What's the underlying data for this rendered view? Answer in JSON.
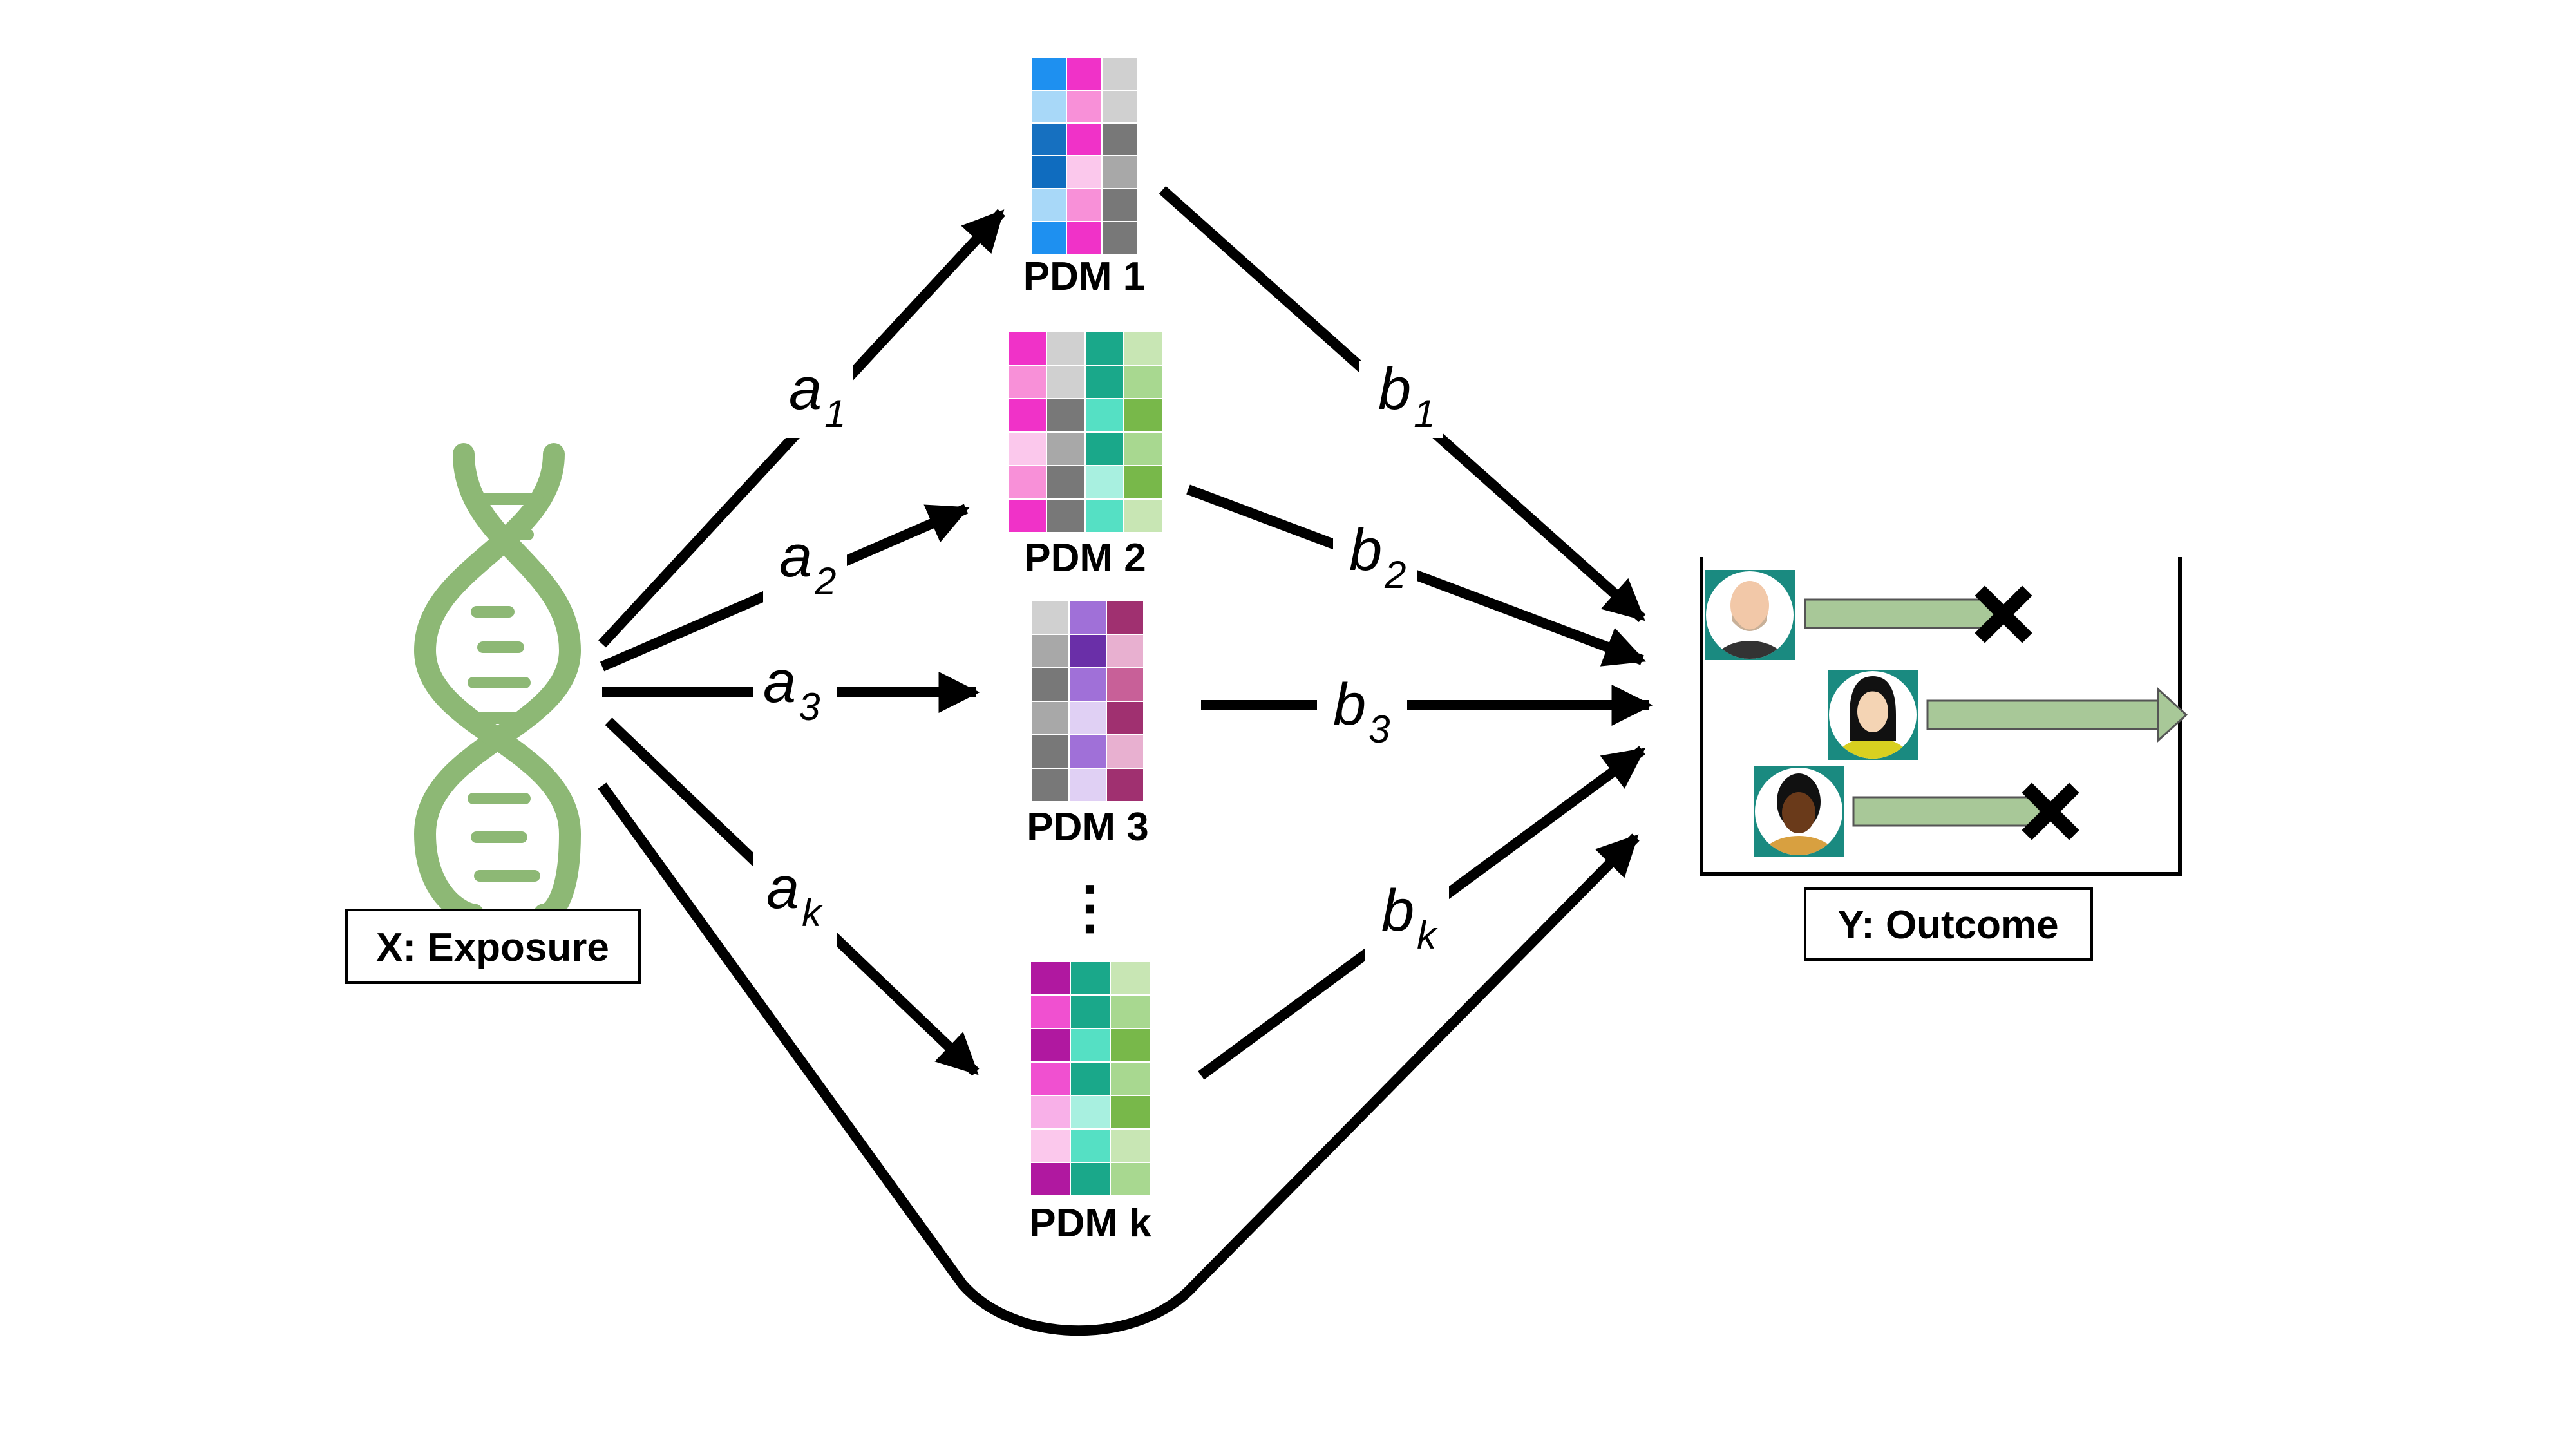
{
  "exposure_label": "X: Exposure",
  "outcome_label": "Y: Outcome",
  "mediators": [
    {
      "label": "PDM 1",
      "columns": [
        [
          "#1e90f0",
          "#a8d8f8",
          "#1670c0",
          "#0f6cbf",
          "#a8d8f8",
          "#1e90f0"
        ],
        [
          "#f032c8",
          "#f890d8",
          "#f032c8",
          "#fbc8ec",
          "#f890d8",
          "#f032c8"
        ],
        [
          "#d0d0d0",
          "#d0d0d0",
          "#787878",
          "#a8a8a8",
          "#787878",
          "#787878"
        ]
      ]
    },
    {
      "label": "PDM 2",
      "columns": [
        [
          "#f032c8",
          "#f890d8",
          "#f032c8",
          "#fbc8ec",
          "#f890d8",
          "#f032c8"
        ],
        [
          "#d0d0d0",
          "#d0d0d0",
          "#787878",
          "#a8a8a8",
          "#787878",
          "#787878"
        ],
        [
          "#1aa88a",
          "#1aa88a",
          "#55e0c4",
          "#1aa88a",
          "#a8f0e0",
          "#55e0c4"
        ],
        [
          "#c8e6b4",
          "#a8d890",
          "#78b84a",
          "#a8d890",
          "#78b84a",
          "#c8e6b4"
        ]
      ]
    },
    {
      "label": "PDM 3",
      "columns": [
        [
          "#d0d0d0",
          "#a8a8a8",
          "#787878",
          "#a8a8a8",
          "#787878",
          "#787878"
        ],
        [
          "#a070d8",
          "#6a2fa8",
          "#a070d8",
          "#e0d0f4",
          "#a070d8",
          "#e0d0f4"
        ],
        [
          "#a03070",
          "#e8b0d0",
          "#c86098",
          "#a03070",
          "#e8b0d0",
          "#a03070"
        ]
      ]
    },
    {
      "label": "PDM k",
      "columns": [
        [
          "#b018a0",
          "#f050d0",
          "#b018a0",
          "#f050d0",
          "#f8b0e8",
          "#fbc8ec",
          "#b018a0"
        ],
        [
          "#1aa88a",
          "#1aa88a",
          "#55e0c4",
          "#1aa88a",
          "#a8f0e0",
          "#55e0c4",
          "#1aa88a"
        ],
        [
          "#c8e6b4",
          "#a8d890",
          "#78b84a",
          "#a8d890",
          "#78b84a",
          "#c8e6b4",
          "#a8d890"
        ]
      ]
    }
  ],
  "ellipsis": "⋮",
  "a_labels": [
    {
      "base": "a",
      "sub": "1"
    },
    {
      "base": "a",
      "sub": "2"
    },
    {
      "base": "a",
      "sub": "3"
    },
    {
      "base": "a",
      "sub": "k"
    }
  ],
  "b_labels": [
    {
      "base": "b",
      "sub": "1"
    },
    {
      "base": "b",
      "sub": "2"
    },
    {
      "base": "b",
      "sub": "3"
    },
    {
      "base": "b",
      "sub": "k"
    }
  ],
  "patients": [
    {
      "event": true,
      "skin": "#f2c8a8",
      "hair": "#e8d0b8",
      "shirt": "#333333"
    },
    {
      "event": false,
      "skin": "#f4d4b4",
      "hair": "#111111",
      "shirt": "#d8d020"
    },
    {
      "event": true,
      "skin": "#6a3a1a",
      "hair": "#111111",
      "shirt": "#d8a040"
    }
  ],
  "colors": {
    "dna": "#8db875",
    "arrow": "#000000",
    "bar": "#a8c898",
    "avatar_bg": "#1a8a80"
  },
  "icons": {
    "exposure": "dna-helix-icon",
    "event": "x-mark-icon",
    "censor": "right-arrow-icon"
  }
}
